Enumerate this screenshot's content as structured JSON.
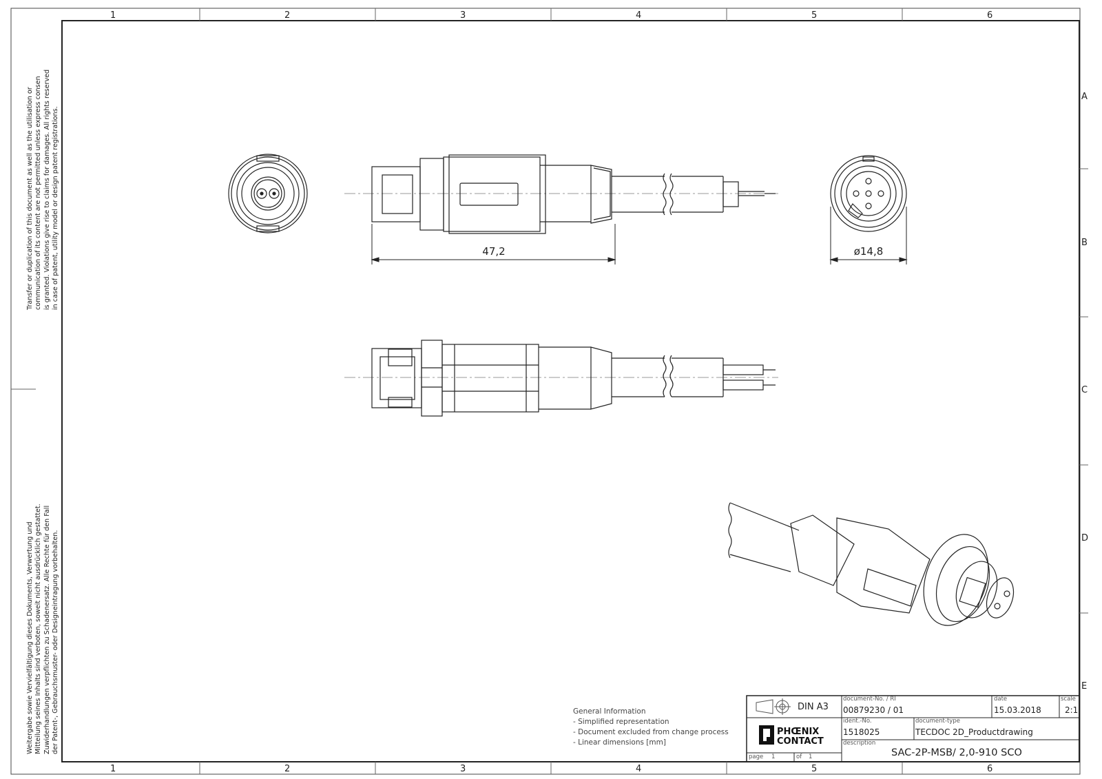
{
  "frame": {
    "column_markers": [
      "1",
      "2",
      "3",
      "4",
      "5",
      "6"
    ],
    "row_markers": [
      "A",
      "B",
      "C",
      "D",
      "E"
    ]
  },
  "legal_notice_en": [
    "Transfer or duplication of this document as well as the utilisation or",
    "communication of its content are not permitted unless express consen",
    "is granted. Violations give rise to claims for damages. All rights reserved",
    "in case of patent, utility model or design patent registrations."
  ],
  "legal_notice_de": [
    "Weitergabe sowie Vervielfältigung dieses Dokuments, Verwertung und",
    "Mitteilung seines Inhalts sind verboten, soweit nicht ausdrücklich gestattet.",
    "Zuwiderhandlungen verpflichten zu Schadenersatz. Alle Rechte für den Fall",
    "der Patent-, Gebrauchsmuster- oder Designeintragung vorbehalten."
  ],
  "dimensions": {
    "length": "47,2",
    "diameter": "ø14,8"
  },
  "general_info": {
    "heading": "General Information",
    "items": [
      "- Simplified representation",
      "- Document excluded from change process",
      "- Linear dimensions [mm]"
    ]
  },
  "title_block": {
    "format": "DIN A3",
    "logo_line1": "PHŒNIX",
    "logo_line2": "CONTACT",
    "page_label": "page",
    "page_value": "1",
    "of_label": "of",
    "of_value": "1",
    "document_no_label": "document-No. / RI",
    "document_no_value": "00879230 / 01",
    "date_label": "date",
    "date_value": "15.03.2018",
    "scale_label": "scale",
    "scale_value": "2:1",
    "ident_label": "ident.-No.",
    "ident_value": "1518025",
    "doctype_label": "document-type",
    "doctype_value": "TECDOC 2D_Productdrawing",
    "description_label": "description",
    "description_value": "SAC-2P-MSB/ 2,0-910 SCO"
  }
}
